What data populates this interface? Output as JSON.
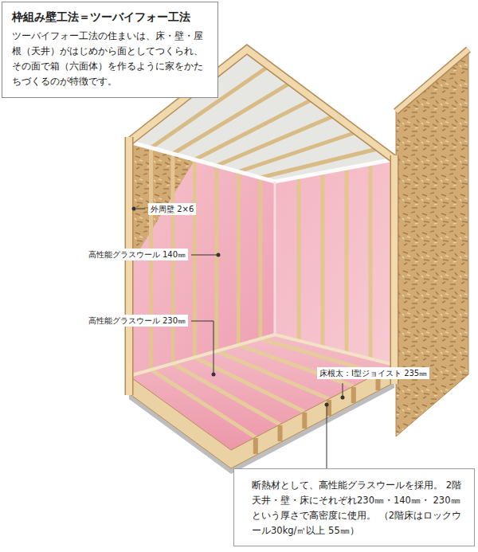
{
  "diagram": {
    "nodes": [
      {
        "text": [
          "枠組み壁工法＝ツーバイフォー工法",
          "ツーバイフォー工法の住まいは、床・壁・屋 根（天井）がはじめから面としてつくられ、 その面で箱（六面体）を作るように家をかた ちづくるのが特徴です。"
        ]
      },
      {
        "text": [
          "断熱材として、高性能グラスウールを採用。 2階天井・壁・床にそれぞれ230㎜・140㎜・ 230㎜という厚さで高密度に使用。 （2階床はロックウール30kg/㎥以上 55㎜）"
        ]
      }
    ],
    "labels": [
      "外周壁 2×6",
      "高性能グラスウール 140㎜",
      "高性能グラスウール 230㎜",
      "床根太：I型ジョイスト 235㎜"
    ]
  }
}
